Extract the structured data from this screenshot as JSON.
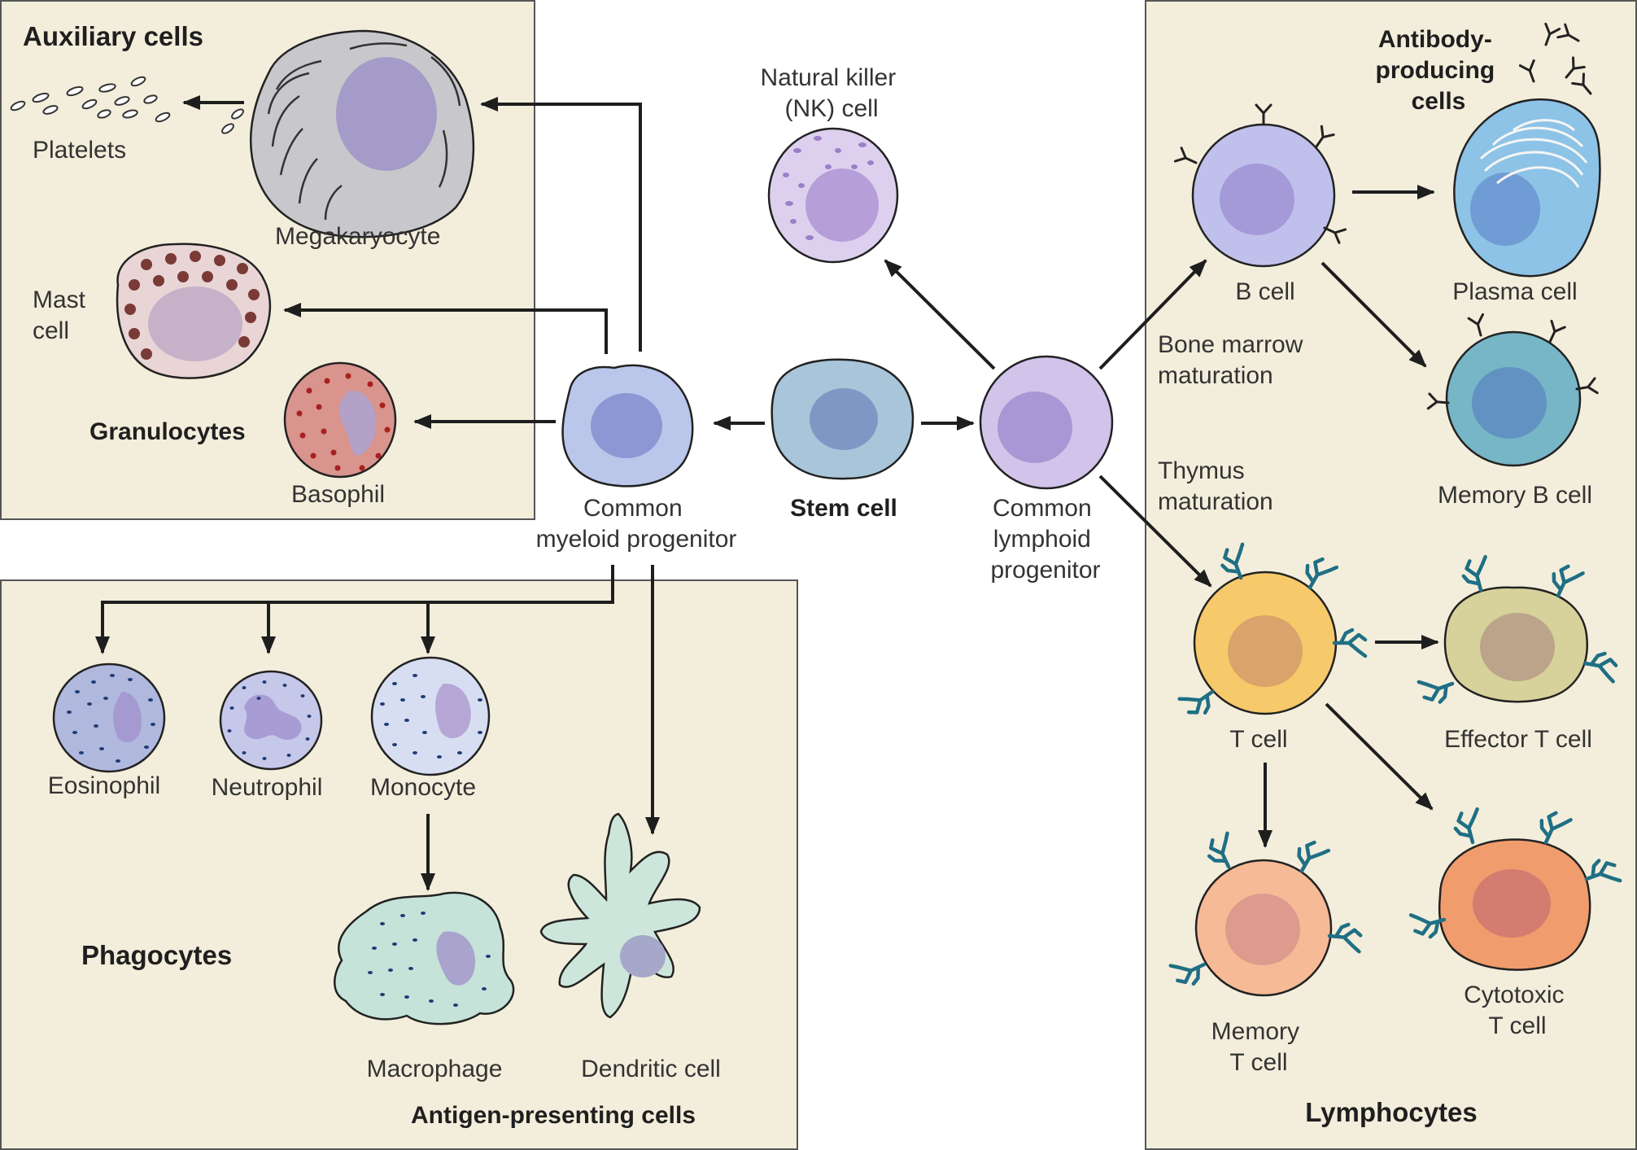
{
  "colors": {
    "panel_fill": "#f3eedb",
    "panel_stroke": "#555555",
    "arrow": "#1e1e1e",
    "stem": "#a9c5d9",
    "myeloid": "#bac7ea",
    "lymphoid": "#d2c3ea",
    "nk": "#ddd0ef",
    "b_cell": "#c0c0ec",
    "plasma": "#8dc3e6",
    "memory_b": "#76b6c6",
    "t_cell": "#f6c96a",
    "effector_t": "#d7d19b",
    "memory_t": "#f6ba96",
    "cytotoxic_t": "#f19c6c",
    "megakaryocyte": "#c8c8cc",
    "mast": "#e9d5d5",
    "basophil": "#d8948d",
    "eosinophil": "#b0b8de",
    "neutrophil": "#c6c8ea",
    "monocyte": "#d7def2",
    "macrophage": "#c5e3d8",
    "dendritic": "#cde6dc",
    "receptor": "#1f6f85"
  },
  "panels": {
    "auxiliary": {
      "title": "Auxiliary cells"
    },
    "phagocytes": {
      "title": "Phagocytes",
      "subtitle": "Antigen-presenting cells"
    },
    "lymphocytes": {
      "title": "Lymphocytes",
      "antibody_lines": [
        "Antibody-",
        "producing",
        "cells"
      ]
    }
  },
  "labels": {
    "platelets": "Platelets",
    "megakaryocyte": "Megakaryocyte",
    "mast_lines": [
      "Mast",
      "cell"
    ],
    "granulocytes": "Granulocytes",
    "basophil": "Basophil",
    "nk_lines": [
      "Natural killer",
      "(NK) cell"
    ],
    "myeloid_lines": [
      "Common",
      "myeloid progenitor"
    ],
    "stem": "Stem cell",
    "lymphoid_lines": [
      "Common",
      "lymphoid",
      "progenitor"
    ],
    "b_cell": "B cell",
    "plasma": "Plasma cell",
    "bone_marrow_lines": [
      "Bone marrow",
      "maturation"
    ],
    "memory_b": "Memory B cell",
    "thymus_lines": [
      "Thymus",
      "maturation"
    ],
    "t_cell": "T cell",
    "effector_t": "Effector T cell",
    "memory_t_lines": [
      "Memory",
      "T cell"
    ],
    "cytotoxic_lines": [
      "Cytotoxic",
      "T cell"
    ],
    "eosinophil": "Eosinophil",
    "neutrophil": "Neutrophil",
    "monocyte": "Monocyte",
    "macrophage": "Macrophage",
    "dendritic": "Dendritic cell"
  }
}
